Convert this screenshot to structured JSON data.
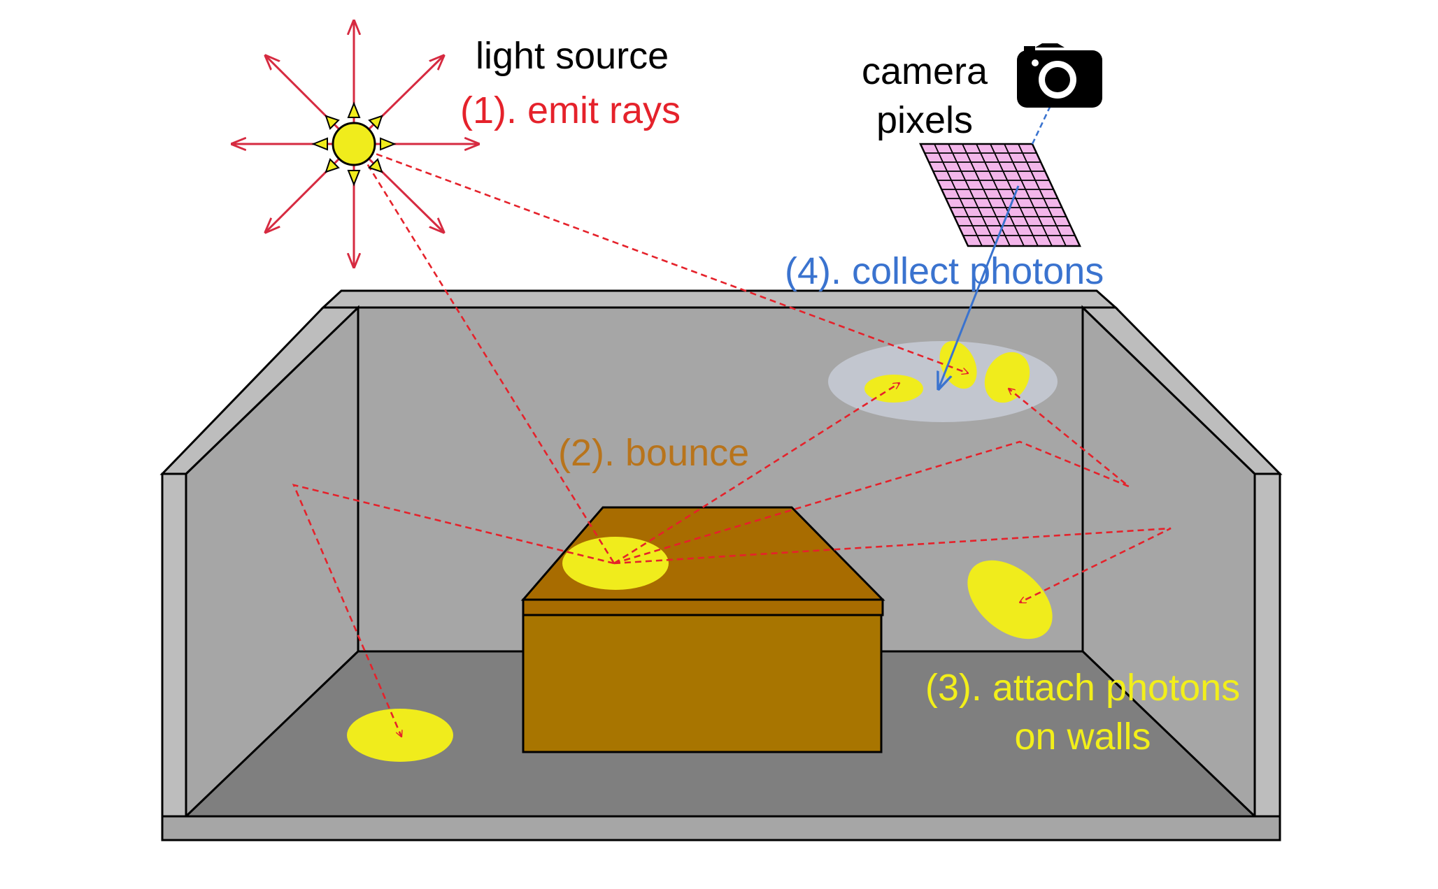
{
  "labels": {
    "light_source": "light source",
    "step1": "(1). emit rays",
    "camera": "camera",
    "pixels": "pixels",
    "step4": "(4). collect photons",
    "step2": "(2). bounce",
    "step3_line1": "(3). attach photons",
    "step3_line2": "on walls"
  },
  "colors": {
    "step1": "#e5222b",
    "step2": "#b8741c",
    "step3": "#f2ef1a",
    "step4": "#3a73cf",
    "ray": "#e5222b",
    "photon": "#f0ec1c",
    "box_top": "#a86c00",
    "box_front": "#a87500",
    "wall": "#a6a6a6",
    "floor": "#7f7f7f",
    "frame": "#bdbdbd",
    "camera_grid": "#f3b6ea"
  },
  "icons": {
    "light": "sun-icon",
    "camera": "camera-icon",
    "sensor": "pixel-grid"
  }
}
